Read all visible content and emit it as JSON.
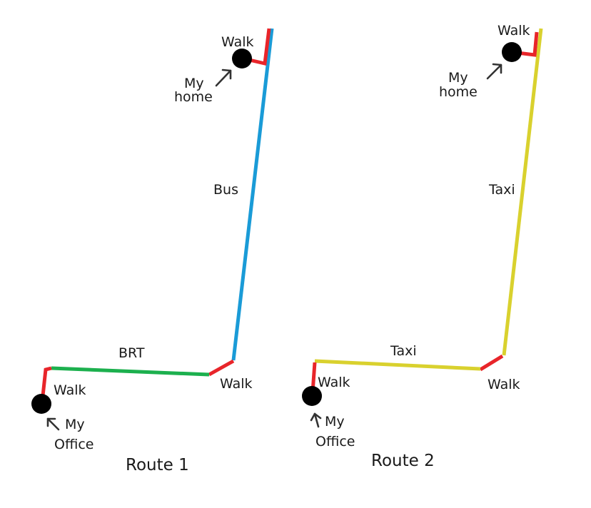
{
  "colors": {
    "walk": "#e8252a",
    "bus": "#1a9bd7",
    "brt": "#1cb04e",
    "taxi": "#d9d12e",
    "marker": "#000000",
    "text": "#1a1a1a"
  },
  "route1": {
    "title": "Route 1",
    "home_label_line1": "My",
    "home_label_line2": "home",
    "office_label_line1": "My",
    "office_label_line2": "Office",
    "walk_home_label": "Walk",
    "bus_label": "Bus",
    "walk_transfer_label": "Walk",
    "brt_label": "BRT",
    "walk_office_label": "Walk"
  },
  "route2": {
    "title": "Route 2",
    "home_label_line1": "My",
    "home_label_line2": "home",
    "office_label_line1": "My",
    "office_label_line2": "Office",
    "walk_home_label": "Walk",
    "taxi_upper_label": "Taxi",
    "walk_transfer_label": "Walk",
    "taxi_lower_label": "Taxi",
    "walk_office_label": "Walk"
  }
}
